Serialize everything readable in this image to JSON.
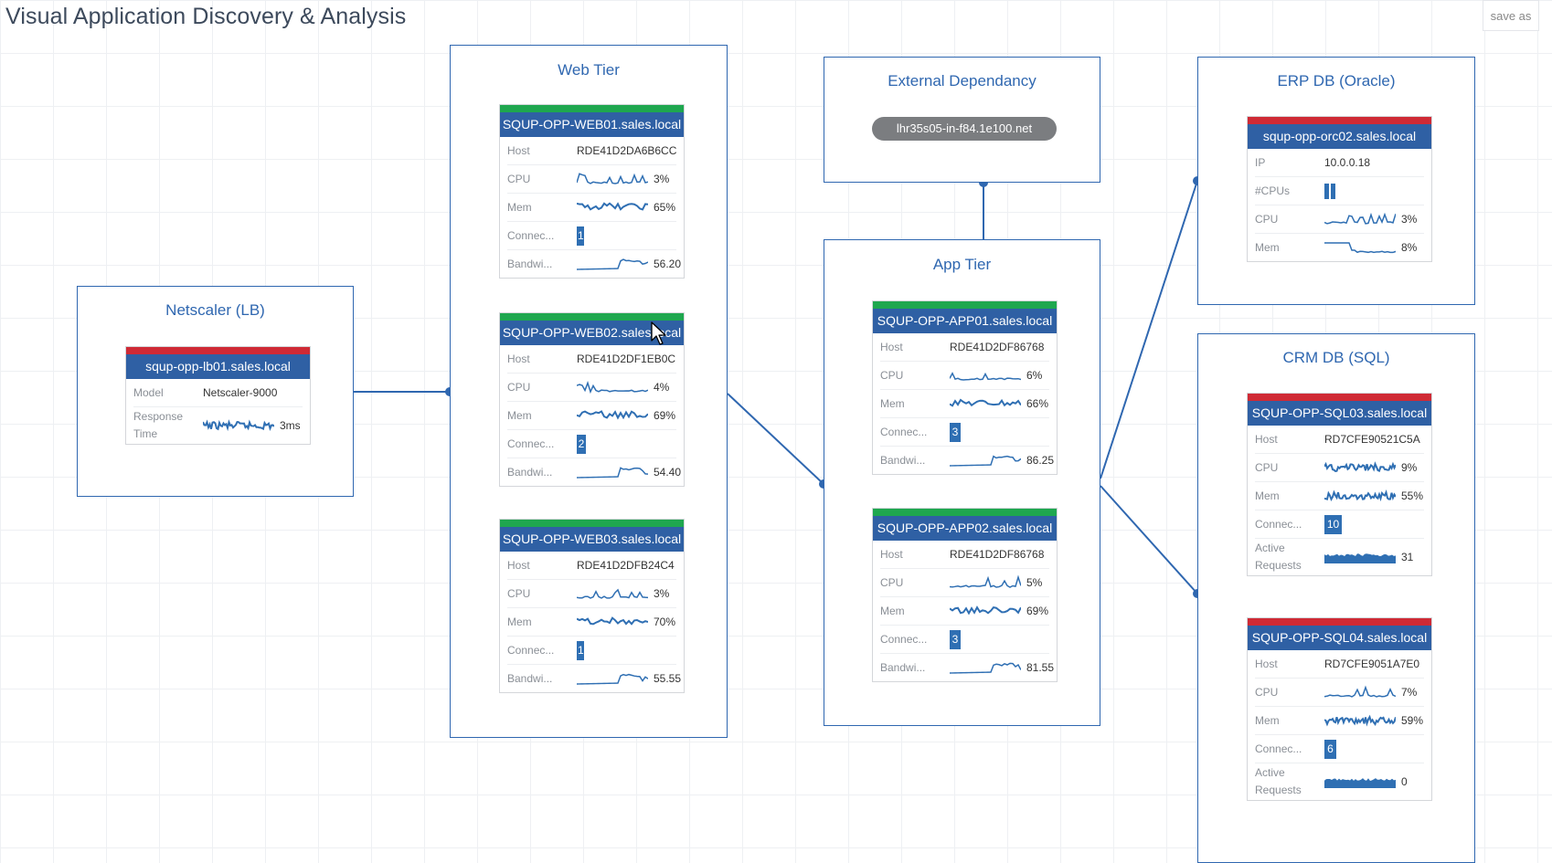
{
  "app": {
    "title": "Visual Application Discovery & Analysis",
    "save_as": "save as"
  },
  "groups": {
    "netscaler": {
      "title": "Netscaler (LB)"
    },
    "web_tier": {
      "title": "Web Tier"
    },
    "external": {
      "title": "External Dependancy",
      "host": "lhr35s05-in-f84.1e100.net"
    },
    "app_tier": {
      "title": "App Tier"
    },
    "erp_db": {
      "title": "ERP DB (Oracle)"
    },
    "crm_db": {
      "title": "CRM DB (SQL)"
    }
  },
  "labels": {
    "host": "Host",
    "cpu": "CPU",
    "mem": "Mem",
    "conn": "Connec...",
    "bw": "Bandwi...",
    "model": "Model",
    "response_time": "Response Time",
    "ip": "IP",
    "cpus": "#CPUs",
    "active_requests": "Active Requests"
  },
  "lb01": {
    "name": "squp-opp-lb01.sales.local",
    "model": "Netscaler-9000",
    "response_time": "3ms",
    "status": "bad"
  },
  "web01": {
    "name": "SQUP-OPP-WEB01.sales.local",
    "host": "RDE41D2DA6B6CC",
    "cpu": "3%",
    "mem": "65%",
    "connections": "1",
    "bandwidth": "56.20",
    "status": "good"
  },
  "web02": {
    "name": "SQUP-OPP-WEB02.sales.local",
    "host": "RDE41D2DF1EB0C",
    "cpu": "4%",
    "mem": "69%",
    "connections": "2",
    "bandwidth": "54.40",
    "status": "good"
  },
  "web03": {
    "name": "SQUP-OPP-WEB03.sales.local",
    "host": "RDE41D2DFB24C4",
    "cpu": "3%",
    "mem": "70%",
    "connections": "1",
    "bandwidth": "55.55",
    "status": "good"
  },
  "app01": {
    "name": "SQUP-OPP-APP01.sales.local",
    "host": "RDE41D2DF86768",
    "cpu": "6%",
    "mem": "66%",
    "connections": "3",
    "bandwidth": "86.25",
    "status": "good"
  },
  "app02": {
    "name": "SQUP-OPP-APP02.sales.local",
    "host": "RDE41D2DF86768",
    "cpu": "5%",
    "mem": "69%",
    "connections": "3",
    "bandwidth": "81.55",
    "status": "good"
  },
  "orc02": {
    "name": "squp-opp-orc02.sales.local",
    "ip": "10.0.0.18",
    "cpu_count": 2,
    "cpu": "3%",
    "mem": "8%",
    "status": "bad"
  },
  "sql03": {
    "name": "SQUP-OPP-SQL03.sales.local",
    "host": "RD7CFE90521C5A",
    "cpu": "9%",
    "mem": "55%",
    "connections": "10",
    "active_requests": "31",
    "status": "bad"
  },
  "sql04": {
    "name": "SQUP-OPP-SQL04.sales.local",
    "host": "RD7CFE9051A7E0",
    "cpu": "7%",
    "mem": "59%",
    "connections": "6",
    "active_requests": "0",
    "status": "bad"
  },
  "colors": {
    "accent": "#2f67b0",
    "header": "#2f60a4",
    "status_good": "#1fa74f",
    "status_bad": "#cf2a35",
    "pill": "#7b7d80"
  }
}
